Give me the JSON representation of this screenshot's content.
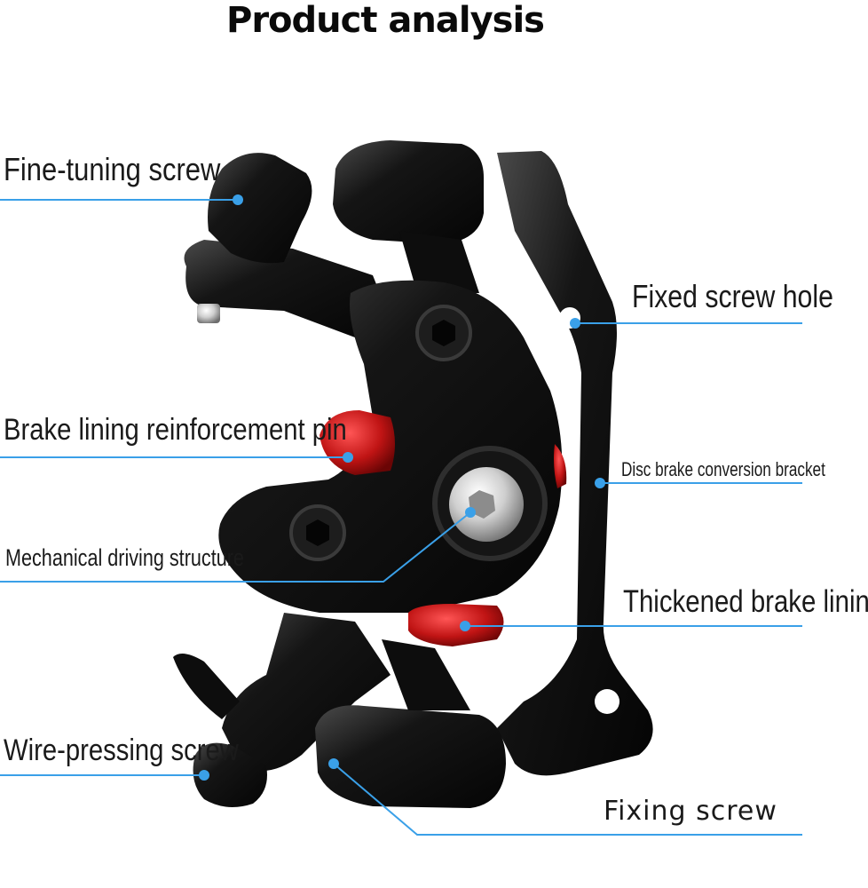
{
  "title": "Product analysis",
  "labels": {
    "fine_tuning_screw": "Fine-tuning screw",
    "brake_lining_pin": "Brake lining reinforcement pin",
    "mechanical_structure": "Mechanical driving structure",
    "wire_pressing_screw": "Wire-pressing screw",
    "fixed_screw_hole": "Fixed screw hole",
    "conversion_bracket": "Disc brake conversion bracket",
    "thickened_lining": "Thickened brake lining",
    "fixing_screw": "Fixing screw"
  },
  "colors": {
    "leader_line": "#3aa0e8",
    "caliper_body": "#111111",
    "brake_pad": "#c41a1a"
  }
}
